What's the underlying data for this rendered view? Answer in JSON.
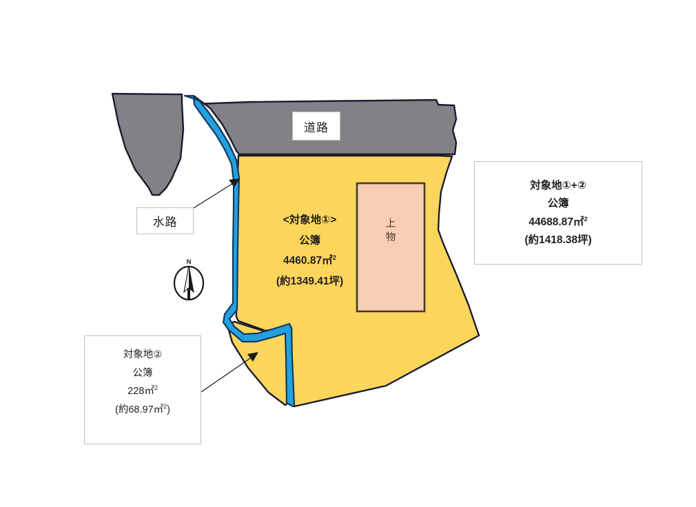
{
  "figure": {
    "kind": "land-plot-survey-diagram",
    "colors": {
      "road_fill": "#808285",
      "road_stroke": "#1b1b2f",
      "parcel_fill": "#FCD65C",
      "parcel_stroke": "#1b1b2f",
      "waterway_fill": "#23A0DE",
      "waterway_stroke": "#123a5e",
      "building_fill": "#F7CDB4",
      "building_stroke": "#4a3728",
      "box_border": "#bdbdbd",
      "text": "#231f20",
      "background": "#ffffff"
    }
  },
  "road": {
    "label": "道路"
  },
  "waterway": {
    "label": "水路"
  },
  "building": {
    "label_line1": "上",
    "label_line2": "物"
  },
  "parcel1": {
    "title": "<対象地①>",
    "register_label": "公簿",
    "area_value": "4460.87",
    "area_unit": "㎡",
    "area_sup": "2",
    "tsubo": "(約1349.41坪)"
  },
  "parcel2": {
    "title": "対象地②",
    "register_label": "公簿",
    "area_value": "228",
    "area_unit": "㎡",
    "area_sup": "2",
    "tsubo_value": "(約68.97",
    "tsubo_unit": "㎡",
    "tsubo_close": ")"
  },
  "summary": {
    "title": "対象地①+②",
    "register_label": "公簿",
    "area_value": "44688.87",
    "area_unit": "㎡",
    "area_sup": "2",
    "tsubo": "(約1418.38坪)"
  },
  "compass": {
    "north_label": "N"
  },
  "annotations": {
    "waterway_arrow": "arrow from 水路 label to waterway channel",
    "parcel2_arrow": "arrow from 対象地② box to lower parcel"
  }
}
